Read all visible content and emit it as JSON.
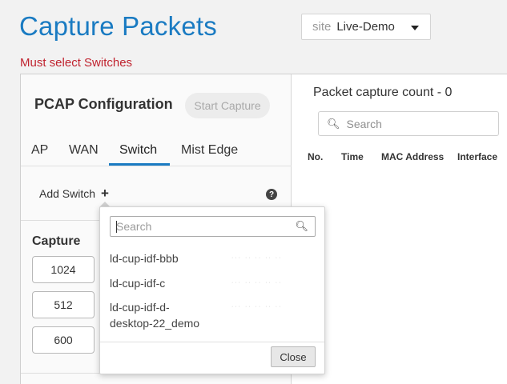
{
  "header": {
    "title": "Capture Packets",
    "site_prefix": "site",
    "site_value": "Live-Demo",
    "error": "Must select Switches"
  },
  "config": {
    "title": "PCAP Configuration",
    "start_button": "Start Capture",
    "tabs": [
      "AP",
      "WAN",
      "Switch",
      "Mist Edge"
    ],
    "active_tab": "Switch",
    "add_switch_label": "Add Switch",
    "help_icon": "?",
    "capture_label": "Capture",
    "capture_values": [
      "1024",
      "512",
      "600"
    ]
  },
  "results": {
    "title": "Packet capture count - 0",
    "search_placeholder": "Search",
    "columns": [
      "No.",
      "Time",
      "MAC Address",
      "Interface"
    ]
  },
  "switch_picker": {
    "search_placeholder": "Search",
    "items": [
      {
        "name": "ld-cup-idf-bbb",
        "meta": "···  ·· ·· ·· ··"
      },
      {
        "name": "ld-cup-idf-c",
        "meta": "···  ·· ·· ·· ··"
      },
      {
        "name": "ld-cup-idf-d-",
        "name2": "desktop-22_demo",
        "meta": "···  ·· ·· ·· ··"
      }
    ],
    "close_label": "Close"
  },
  "colors": {
    "accent": "#1a7bc2",
    "error": "#c0232f"
  }
}
